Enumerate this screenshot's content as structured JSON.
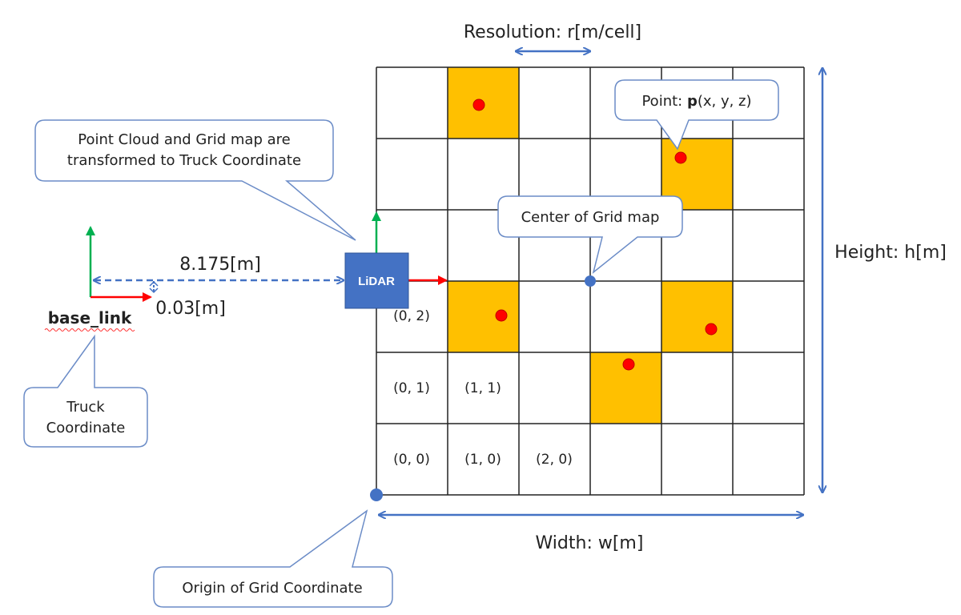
{
  "labels": {
    "resolution": "Resolution: r[m/cell]",
    "height": "Height: h[m]",
    "width": "Width: w[m]",
    "distance_x": "8.175[m]",
    "distance_y": "0.03[m]",
    "base_link": "base_link",
    "lidar": "LiDAR"
  },
  "callouts": {
    "point_cloud_line1": "Point Cloud and Grid map are",
    "point_cloud_line2": "transformed to Truck Coordinate",
    "point_prefix": "Point: ",
    "point_bold": "p",
    "point_suffix": "(x, y, z)",
    "center": "Center of Grid map",
    "truck_line1": "Truck",
    "truck_line2": "Coordinate",
    "origin": "Origin of Grid Coordinate"
  },
  "cell_labels": {
    "c0_2": "(0, 2)",
    "c0_1": "(0, 1)",
    "c1_1": "(1, 1)",
    "c0_0": "(0, 0)",
    "c1_0": "(1, 0)",
    "c2_0": "(2, 0)"
  },
  "colors": {
    "grid_line": "#222222",
    "occupied": "#FFC000",
    "point": "#FF0000",
    "arrow_blue": "#4472C4",
    "lidar_box": "#4472C4",
    "axis_x": "#FF0000",
    "axis_y": "#00B050",
    "callout_border": "#6B8CC7"
  }
}
